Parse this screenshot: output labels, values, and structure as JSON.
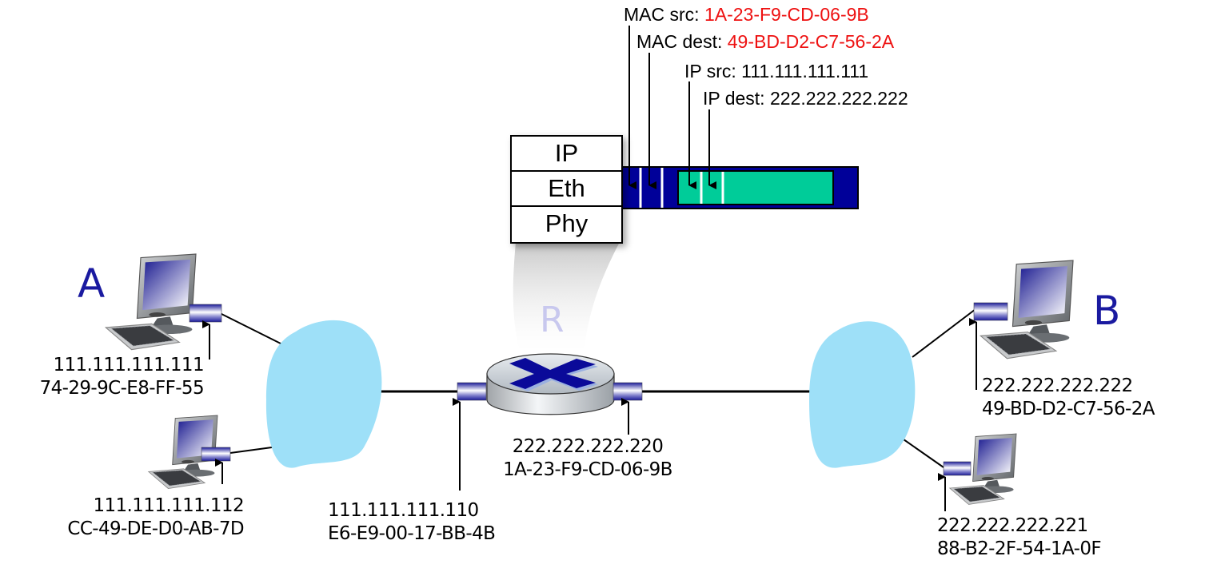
{
  "frame": {
    "mac_src_label": "MAC src: ",
    "mac_src_value": "1A-23-F9-CD-06-9B",
    "mac_dest_label": "MAC dest: ",
    "mac_dest_value": "49-BD-D2-C7-56-2A",
    "ip_src_label": "IP src: ",
    "ip_src_value": "111.111.111.111",
    "ip_dest_label": "IP dest: ",
    "ip_dest_value": "222.222.222.222",
    "colors": {
      "link_frame": "#000099",
      "ip_datagram": "#00cc99",
      "highlight": "#ee1111"
    }
  },
  "protocol_stack": {
    "layers": [
      "IP",
      "Eth",
      "Phy"
    ]
  },
  "router": {
    "label": "R",
    "icon": "router-icon"
  },
  "hosts": {
    "A": {
      "label": "A",
      "ip": "111.111.111.111",
      "mac": "74-29-9C-E8-FF-55",
      "icon": "computer-icon"
    },
    "A2": {
      "ip": "111.111.111.112",
      "mac": "CC-49-DE-D0-AB-7D",
      "icon": "computer-icon"
    },
    "B": {
      "label": "B",
      "ip": "222.222.222.222",
      "mac": "49-BD-D2-C7-56-2A",
      "icon": "computer-icon"
    },
    "B2": {
      "ip": "222.222.222.221",
      "mac": "88-B2-2F-54-1A-0F",
      "icon": "computer-icon"
    }
  },
  "router_interfaces": {
    "left": {
      "ip": "111.111.111.110",
      "mac": "E6-E9-00-17-BB-4B"
    },
    "right": {
      "ip": "222.222.222.220",
      "mac": "1A-23-F9-CD-06-9B"
    }
  },
  "subnets": {
    "color": "#9ee0f8"
  }
}
